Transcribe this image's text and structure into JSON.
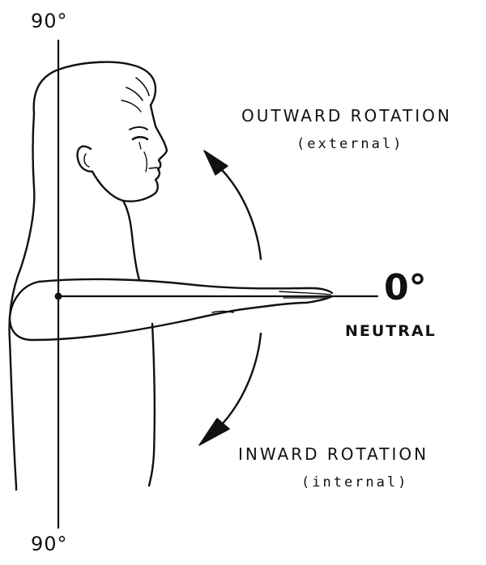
{
  "labels": {
    "top_angle": "90°",
    "bottom_angle": "90°",
    "neutral_angle": "0°",
    "neutral_label": "NEUTRAL",
    "outward_title": "OUTWARD ROTATION",
    "outward_subtitle": "(external)",
    "inward_title": "INWARD ROTATION",
    "inward_subtitle": "(internal)"
  },
  "colors": {
    "ink": "#111111",
    "background": "#ffffff"
  }
}
